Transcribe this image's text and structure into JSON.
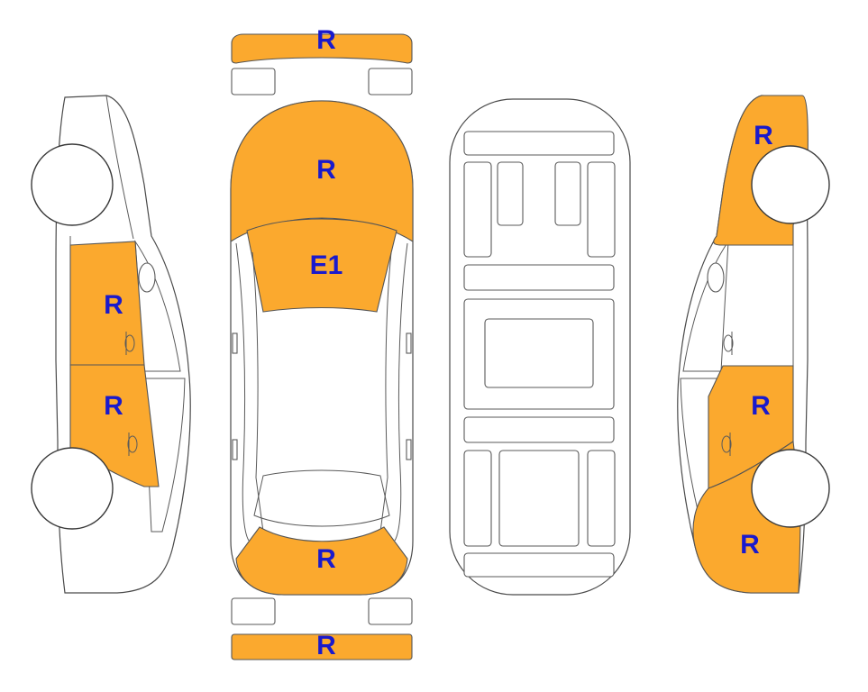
{
  "colors": {
    "damage_fill": "#FBA92E",
    "label_text": "#1A1ACC",
    "outline": "#4a4a4a"
  },
  "labels": {
    "front_bumper": "R",
    "hood": "R",
    "windshield": "E1",
    "trunk": "R",
    "rear_bumper": "R",
    "left_front_door": "R",
    "left_rear_door": "R",
    "right_front_fender": "R",
    "right_front_door": "R",
    "right_rear_quarter": "R"
  }
}
